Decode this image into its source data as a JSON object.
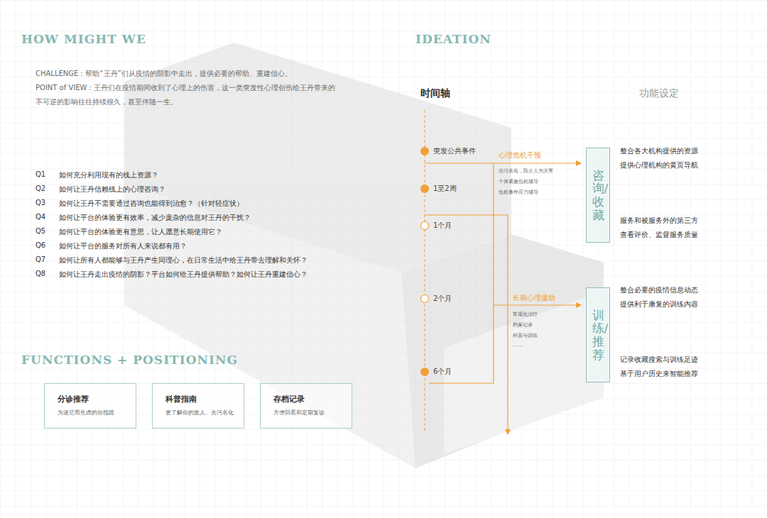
{
  "diagram": {
    "nodes": [
      {
        "text": [
          "分诊推荐",
          "为迷茫而焦虑的你指路"
        ]
      },
      {
        "text": [
          "科普指南",
          "更了解你的敌人、去污名化"
        ]
      },
      {
        "text": [
          "存档记录",
          "方便回看和定期复诊"
        ]
      },
      {
        "text": [
          "咨询/收藏"
        ]
      },
      {
        "text": [
          "训练/推荐"
        ]
      }
    ],
    "edges": [],
    "labels": [
      "HOW MIGHT WE",
      "CHALLENGE：帮助“王丹”们从疫情的阴影中走出，提供必要的帮助、重建信心。",
      "POINT of VIEW：王丹们在疫情期间收到了心理上的伤害，这一类突发性心理创伤给王丹带来的不可逆的影响往往持续很久，甚至伴随一生。",
      "Q1",
      "如何充分利用现有的线上资源？",
      "Q2",
      "如何让王丹信赖线上的心理咨询？",
      "Q3",
      "如何让王丹不需要通过咨询也能得到治愈？（针对轻症状）",
      "Q4",
      "如何让平台的体验更有效率，减少庞杂的信息对王丹的干扰？",
      "Q5",
      "如何让平台的体验更有意思，让人愿意长期使用它？",
      "Q6",
      "如何让平台的服务对所有人来说都有用？",
      "Q7",
      "如何让所有人都能够与王丹产生同理心，在日常生活中给王丹带去理解和关怀？",
      "Q8",
      "如何让王丹走出疫情的阴影？平台如何给王丹提供帮助？如何让王丹重建信心？",
      "FUNCTIONS + POSITIONING",
      "IDEATION",
      "时间轴",
      "功能设定",
      "突发公共事件",
      "1至2周",
      "1个月",
      "2个月",
      "6个月",
      "心理危机干预",
      "去污名化，防止人为灾害",
      "个体紧急危机辅导",
      "危机事件压力辅导",
      "长期心理援助",
      "常规化治疗",
      "档案记录",
      "科普与训练",
      "……",
      "整合各大机构提供的资源",
      "提供心理机构的黄页导航",
      "服务和被服务外的第三方",
      "查看评价、监督服务质量",
      "整合必要的疫情信息动态",
      "提供利于康复的训练内容",
      "记录收藏搜索与训练足迹",
      "基于用户历史来智能推荐"
    ]
  }
}
